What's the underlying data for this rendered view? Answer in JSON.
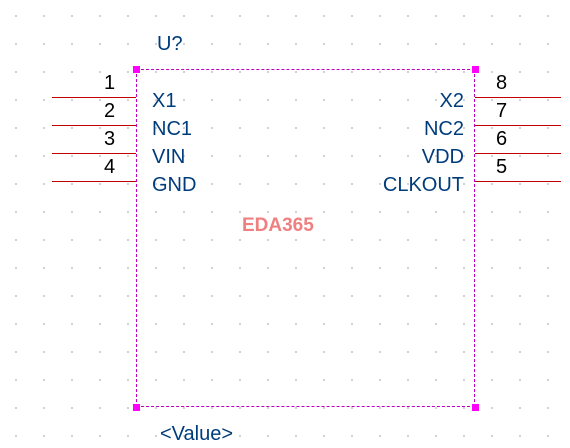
{
  "component": {
    "reference": "U?",
    "value": "<Value>",
    "watermark": "EDA365",
    "left_pins": [
      {
        "number": "1",
        "name": "X1"
      },
      {
        "number": "2",
        "name": "NC1"
      },
      {
        "number": "3",
        "name": "VIN"
      },
      {
        "number": "4",
        "name": "GND"
      }
    ],
    "right_pins": [
      {
        "number": "8",
        "name": "X2"
      },
      {
        "number": "7",
        "name": "NC2"
      },
      {
        "number": "6",
        "name": "VDD"
      },
      {
        "number": "5",
        "name": "CLKOUT"
      }
    ]
  },
  "colors": {
    "outline": "#c000c0",
    "handle": "#ff00ff",
    "pin_line": "#c00000",
    "label": "#003c7c",
    "watermark": "#f08080"
  }
}
